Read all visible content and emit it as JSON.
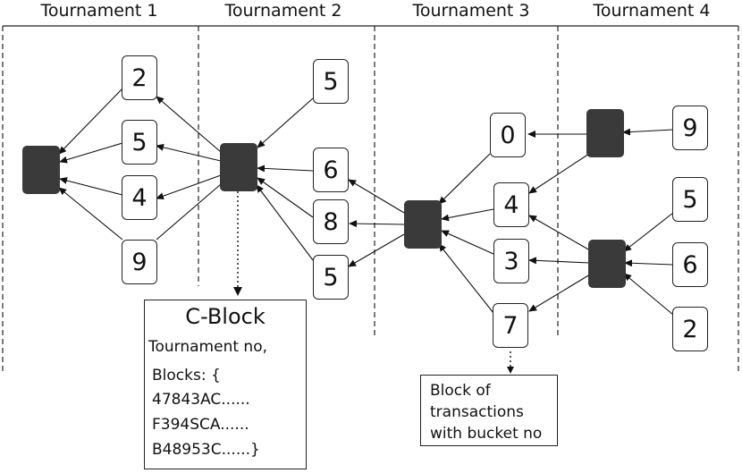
{
  "headers": [
    "Tournament 1",
    "Tournament 2",
    "Tournament 3",
    "Tournament 4"
  ],
  "nodes": {
    "n2": "2",
    "n5a": "5",
    "n4a": "4",
    "n9a": "9",
    "n5b": "5",
    "n6a": "6",
    "n8": "8",
    "n5c": "5",
    "n0": "0",
    "n4b": "4",
    "n3": "3",
    "n7": "7",
    "n9b": "9",
    "n5d": "5",
    "n6b": "6",
    "n2b": "2"
  },
  "cblock": {
    "title": "C-Block",
    "line1": "Tournament no,",
    "line2": "Blocks: {",
    "line3": "47843AC......",
    "line4": "F394SCA......",
    "line5": "B48953C......}"
  },
  "txblock": {
    "line1": "Block of",
    "line2": "transactions",
    "line3": "with bucket no"
  }
}
